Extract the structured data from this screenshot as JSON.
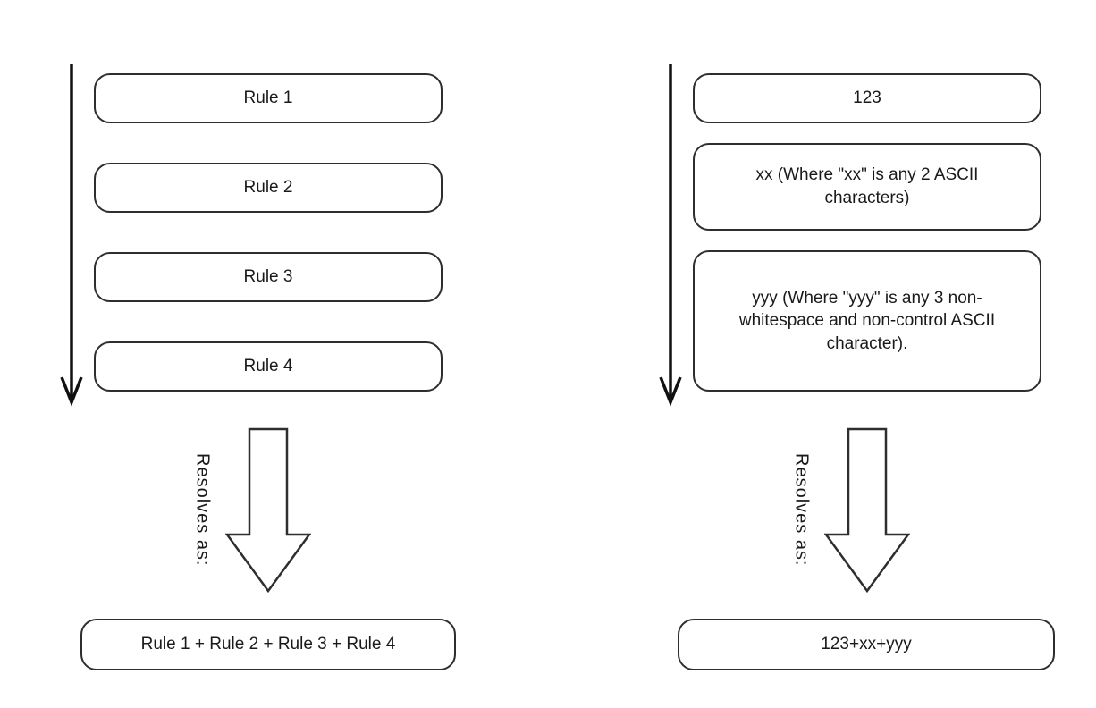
{
  "left": {
    "rules": [
      "Rule 1",
      "Rule 2",
      "Rule 3",
      "Rule 4"
    ],
    "resolves_label": "Resolves as:",
    "result": "Rule 1 + Rule 2 + Rule 3 + Rule 4"
  },
  "right": {
    "rules": [
      "123",
      "xx (Where \"xx\" is any 2 ASCII characters)",
      "yyy (Where \"yyy\" is any 3 non-whitespace and non-control ASCII character)."
    ],
    "resolves_label": "Resolves as:",
    "result": "123+xx+yyy"
  },
  "colors": {
    "stroke": "#2e2e2e",
    "background": "#ffffff"
  }
}
